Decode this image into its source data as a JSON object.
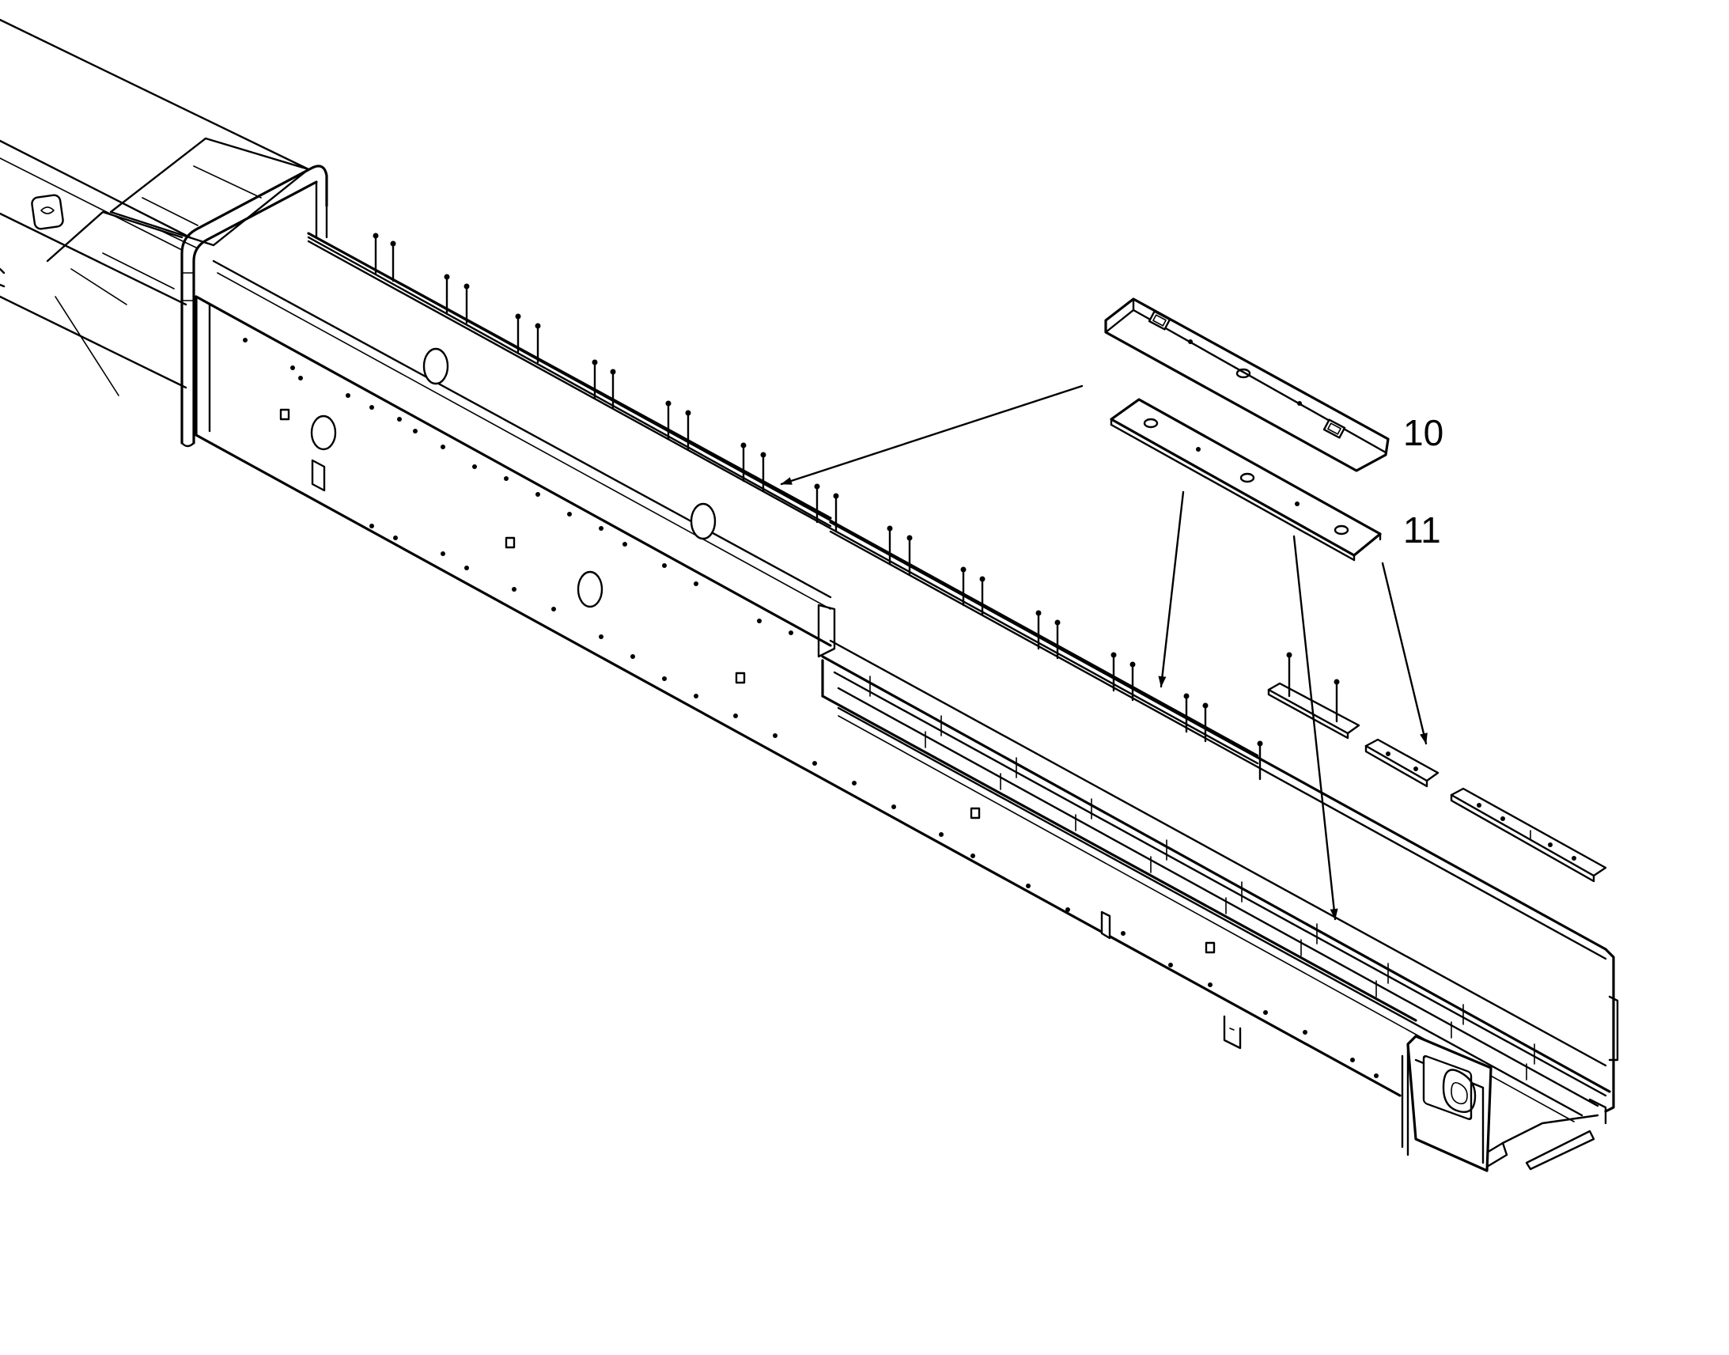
{
  "callouts": [
    {
      "id": "10",
      "label": "10"
    },
    {
      "id": "11",
      "label": "11"
    }
  ],
  "colors": {
    "line": "#000000",
    "background": "#ffffff"
  }
}
